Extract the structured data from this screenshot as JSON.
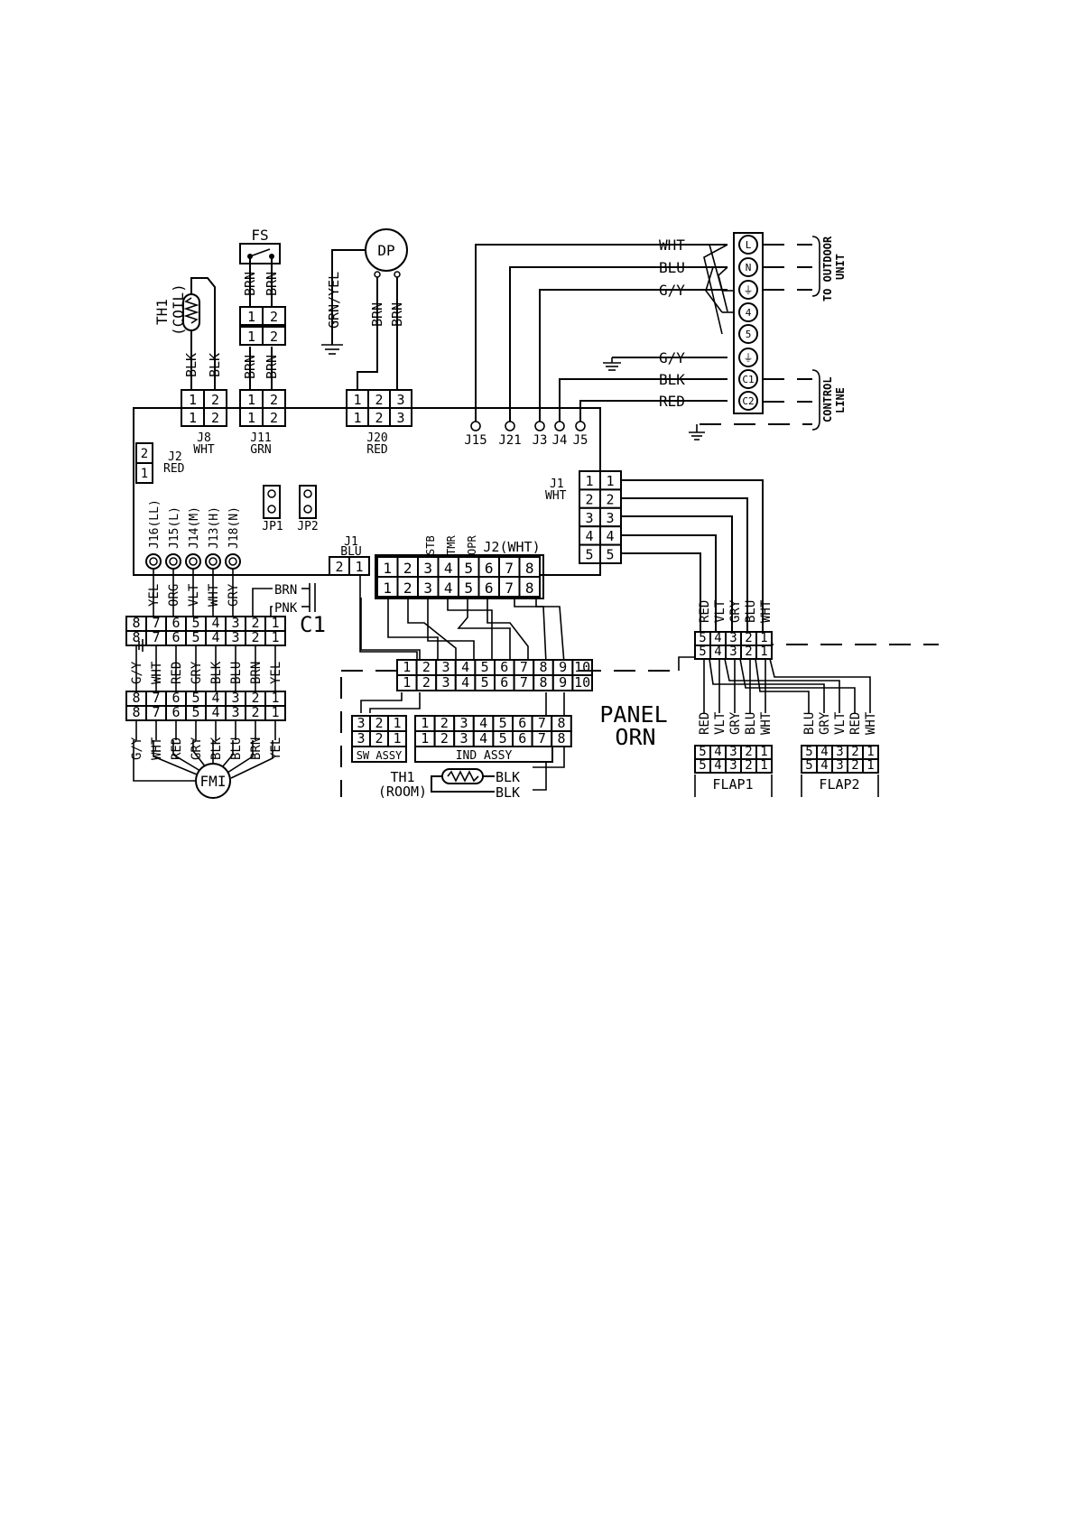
{
  "components": {
    "fs": "FS",
    "dp": "DP",
    "fmi": "FMI",
    "c1": "C1",
    "th1_coil": [
      "TH1",
      "(COIL)"
    ],
    "th1_room": [
      "TH1",
      "(ROOM)"
    ],
    "panel": [
      "PANEL",
      "ORN"
    ],
    "sw_assy": "SW ASSY",
    "ind_assy": "IND ASSY",
    "flap1": "FLAP1",
    "flap2": "FLAP2",
    "to_outdoor_unit": [
      "TO OUTDOOR",
      "UNIT"
    ],
    "control_line": [
      "CONTROL",
      "LINE"
    ],
    "jp1": "JP1",
    "jp2": "JP2"
  },
  "connectors": {
    "j8": [
      "J8",
      "WHT"
    ],
    "j11": [
      "J11",
      "GRN"
    ],
    "j20": [
      "J20",
      "RED"
    ],
    "j2_red": [
      "J2",
      "RED"
    ],
    "j1_blu": [
      "J1",
      "BLU"
    ],
    "j1_wht": [
      "J1",
      "WHT"
    ],
    "j2_wht": "J2(WHT)",
    "taps": [
      "J16(LL)",
      "J15(L)",
      "J14(M)",
      "J13(H)",
      "J18(N)"
    ],
    "bottom_jacks": [
      "J15",
      "J21",
      "J3",
      "J4",
      "J5"
    ],
    "j2_signals": [
      "STB",
      "TMR",
      "OPR"
    ]
  },
  "pins": {
    "two": [
      "1",
      "2"
    ],
    "three": [
      "1",
      "2",
      "3"
    ],
    "three_rev": [
      "3",
      "2",
      "1"
    ],
    "five": [
      "1",
      "2",
      "3",
      "4",
      "5"
    ],
    "five_rev": [
      "5",
      "4",
      "3",
      "2",
      "1"
    ],
    "eight": [
      "1",
      "2",
      "3",
      "4",
      "5",
      "6",
      "7",
      "8"
    ],
    "eight_rev": [
      "8",
      "7",
      "6",
      "5",
      "4",
      "3",
      "2",
      "1"
    ],
    "ten": [
      "1",
      "2",
      "3",
      "4",
      "5",
      "6",
      "7",
      "8",
      "9",
      "10"
    ],
    "j2_red": [
      "2",
      "1"
    ],
    "j1_blu": [
      "2",
      "1"
    ]
  },
  "terminal_block": [
    "L",
    "N",
    "⏚",
    "4",
    "5",
    "⏚",
    "C1",
    "C2"
  ],
  "wire_colors": {
    "terminal_labels": [
      "WHT",
      "BLU",
      "G/Y",
      "G/Y",
      "BLK",
      "RED"
    ],
    "th1_coil": [
      "BLK",
      "BLK"
    ],
    "fs": [
      "BRN",
      "BRN"
    ],
    "dp": [
      "BRN",
      "BRN"
    ],
    "dp_ground": "GRN/YEL",
    "taps": [
      "YEL",
      "ORG",
      "VLT",
      "WHT",
      "GRY"
    ],
    "c1": [
      "BRN",
      "PNK"
    ],
    "motor_mid": [
      "G/Y",
      "WHT",
      "RED",
      "GRY",
      "BLK",
      "BLU",
      "BRN",
      "YEL"
    ],
    "motor_bottom": [
      "G/Y",
      "WHT",
      "RED",
      "GRY",
      "BLK",
      "BLU",
      "BRN",
      "YEL"
    ],
    "panel_top": [
      "RED",
      "VLT",
      "GRY",
      "BLU",
      "WHT"
    ],
    "flap1": [
      "RED",
      "VLT",
      "GRY",
      "BLU",
      "WHT"
    ],
    "flap2": [
      "BLU",
      "GRY",
      "VLT",
      "RED",
      "WHT"
    ],
    "th1_room": [
      "BLK",
      "BLK"
    ]
  }
}
